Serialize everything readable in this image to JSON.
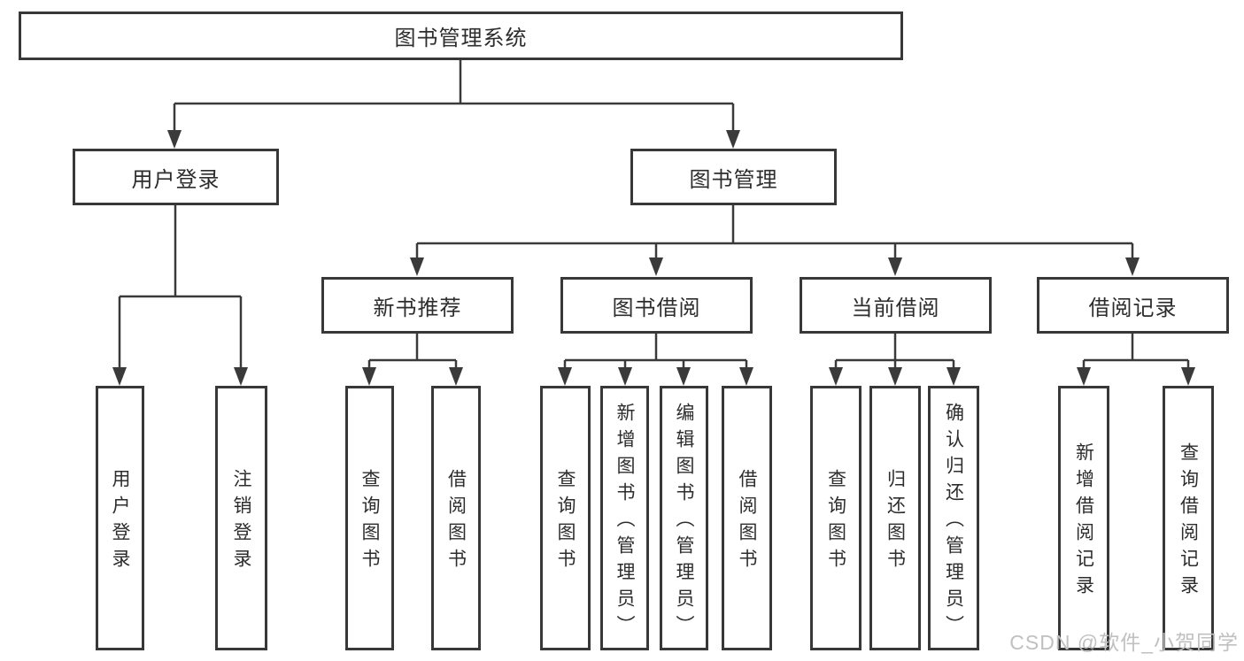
{
  "diagram_title": "图书管理系统",
  "tree": {
    "label": "图书管理系统",
    "children": [
      {
        "label": "用户登录",
        "children": [
          {
            "label": "用户登录"
          },
          {
            "label": "注销登录"
          }
        ]
      },
      {
        "label": "图书管理",
        "children": [
          {
            "label": "新书推荐",
            "children": [
              {
                "label": "查询图书"
              },
              {
                "label": "借阅图书"
              }
            ]
          },
          {
            "label": "图书借阅",
            "children": [
              {
                "label": "查询图书"
              },
              {
                "label": "新增图书（管理员）"
              },
              {
                "label": "编辑图书（管理员）"
              },
              {
                "label": "借阅图书"
              }
            ]
          },
          {
            "label": "当前借阅",
            "children": [
              {
                "label": "查询图书"
              },
              {
                "label": "归还图书"
              },
              {
                "label": "确认归还（管理员）"
              }
            ]
          },
          {
            "label": "借阅记录",
            "children": [
              {
                "label": "新增借阅记录"
              },
              {
                "label": "查询借阅记录"
              }
            ]
          }
        ]
      }
    ]
  },
  "watermark": {
    "text": "CSDN @软件_小贺同学"
  },
  "colors": {
    "line": "#3a3a3a",
    "border": "#383838",
    "text": "#2d2d2d",
    "watermark": "#c0c0c0",
    "background": "#ffffff"
  }
}
